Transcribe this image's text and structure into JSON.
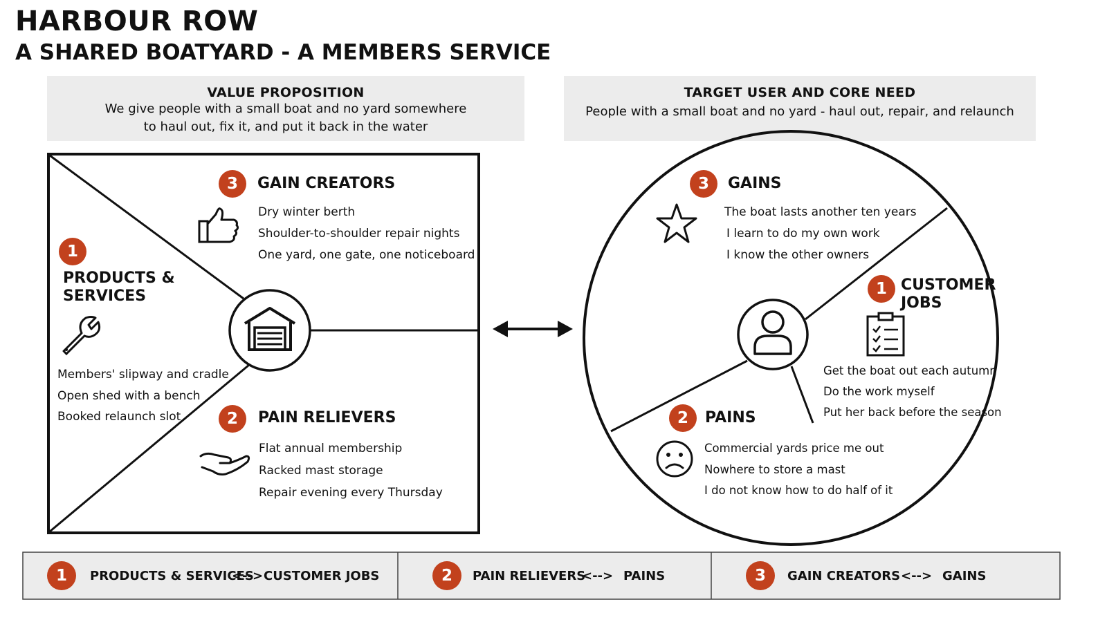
{
  "header": {
    "title": "HARBOUR ROW",
    "subtitle": "A SHARED BOATYARD - A MEMBERS SERVICE"
  },
  "value_proposition": {
    "heading": "VALUE PROPOSITION",
    "line1": "We give people with a small boat and no yard somewhere",
    "line2": "to haul out, fix it, and put it back in the water"
  },
  "target_user": {
    "heading": "TARGET USER AND CORE NEED",
    "text": "People with a small boat and no yard - haul out, repair, and relaunch"
  },
  "square": {
    "products_services": {
      "badge": "1",
      "title_line1": "PRODUCTS &",
      "title_line2": "SERVICES",
      "icon": "wrench-icon",
      "items": [
        "Members' slipway and cradle",
        "Open shed with a bench",
        "Booked relaunch slot"
      ]
    },
    "gain_creators": {
      "badge": "3",
      "title": "GAIN CREATORS",
      "icon": "thumbs-up-icon",
      "items": [
        "Dry winter berth",
        "Shoulder-to-shoulder repair nights",
        "One yard, one gate, one noticeboard"
      ]
    },
    "pain_relievers": {
      "badge": "2",
      "title": "PAIN RELIEVERS",
      "icon": "open-hand-icon",
      "items": [
        "Flat annual membership",
        "Racked mast storage",
        "Repair evening every Thursday"
      ]
    },
    "center_icon": "garage-icon"
  },
  "circle": {
    "gains": {
      "badge": "3",
      "title": "GAINS",
      "icon": "star-icon",
      "items": [
        "The boat lasts another ten years",
        "I learn to do my own work",
        "I know the other owners"
      ]
    },
    "customer_jobs": {
      "badge": "1",
      "title_line1": "CUSTOMER",
      "title_line2": "JOBS",
      "icon": "clipboard-checklist-icon",
      "items": [
        "Get the boat out each autumn",
        "Do the work myself",
        "Put her back before the season"
      ]
    },
    "pains": {
      "badge": "2",
      "title": "PAINS",
      "icon": "sad-face-icon",
      "items": [
        "Commercial yards price me out",
        "Nowhere to store a mast",
        "I do not know how to do half of it"
      ]
    },
    "center_icon": "user-icon"
  },
  "legend": [
    {
      "badge": "1",
      "left": "PRODUCTS & SERVICES",
      "arrow": "<-->",
      "right": "CUSTOMER JOBS"
    },
    {
      "badge": "2",
      "left": "PAIN RELIEVERS",
      "arrow": "<-->",
      "right": "PAINS"
    },
    {
      "badge": "3",
      "left": "GAIN CREATORS",
      "arrow": "<-->",
      "right": "GAINS"
    }
  ],
  "colors": {
    "accent": "#c2411d",
    "panel": "#ececec",
    "ink": "#111111"
  }
}
